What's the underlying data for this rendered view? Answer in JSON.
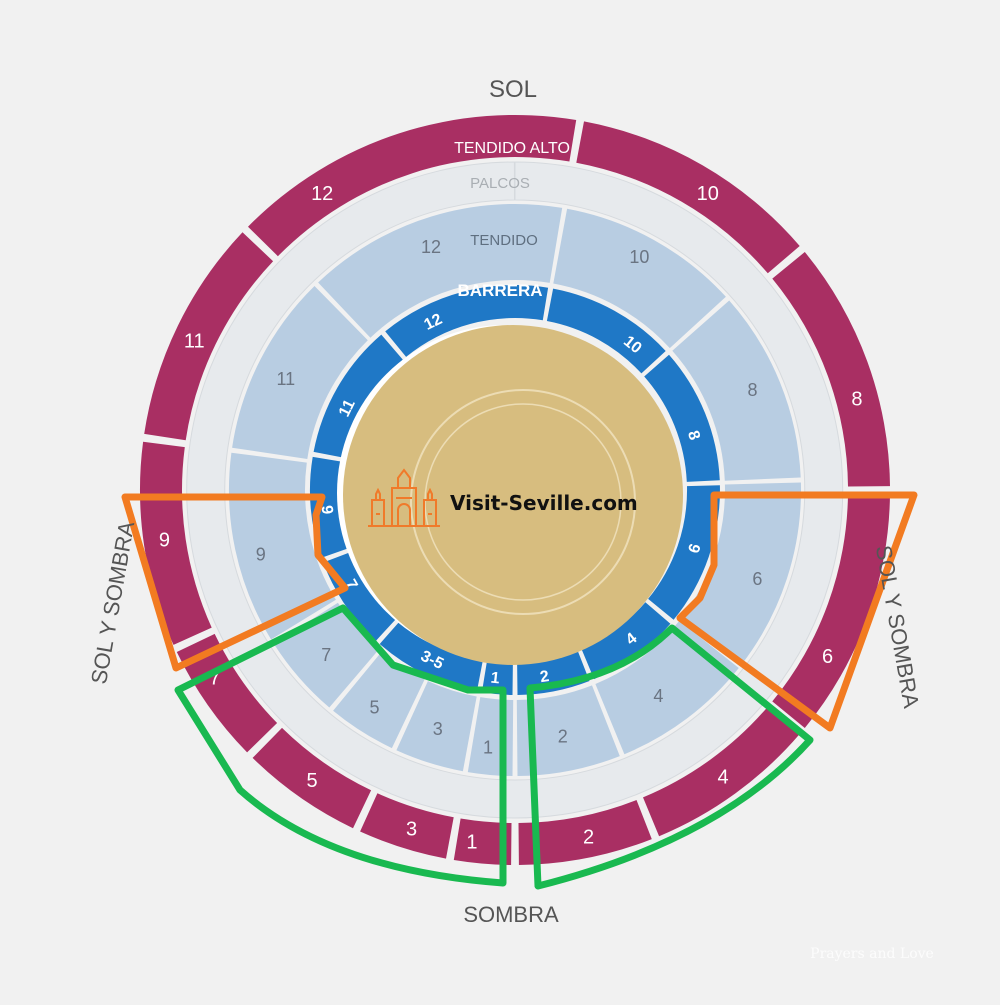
{
  "labels": {
    "top": "SOL",
    "bottom": "SOMBRA",
    "left": "SOL Y SOMBRA",
    "right": "SOL Y SOMBRA"
  },
  "rings": {
    "tendido_alto": "TENDIDO ALTO",
    "palcos": "PALCOS",
    "tendido": "TENDIDO",
    "barrera": "BARRERA"
  },
  "brand": {
    "text": "Visit-Seville.com",
    "color": "#111111",
    "logo_color": "#f07a2a"
  },
  "watermark": "Prayers and Love",
  "colors": {
    "alto": "#a92f63",
    "palcos": "#e7eaed",
    "tendido": "#b8cde2",
    "barrera": "#1f78c6",
    "arena": "#d7bd7f",
    "highlight_orange": "#f27b21",
    "highlight_green": "#19b950"
  },
  "sections": {
    "alto": [
      {
        "id": "12",
        "label": "12"
      },
      {
        "id": "10",
        "label": "10"
      },
      {
        "id": "8",
        "label": "8"
      },
      {
        "id": "6",
        "label": "6"
      },
      {
        "id": "4",
        "label": "4"
      },
      {
        "id": "2",
        "label": "2"
      },
      {
        "id": "1",
        "label": "1"
      },
      {
        "id": "3",
        "label": "3"
      },
      {
        "id": "5",
        "label": "5"
      },
      {
        "id": "7",
        "label": "7"
      },
      {
        "id": "9",
        "label": "9"
      },
      {
        "id": "11",
        "label": "11"
      }
    ],
    "tendido": [
      {
        "id": "12",
        "label": "12"
      },
      {
        "id": "10",
        "label": "10"
      },
      {
        "id": "8",
        "label": "8"
      },
      {
        "id": "6",
        "label": "6"
      },
      {
        "id": "4",
        "label": "4"
      },
      {
        "id": "2",
        "label": "2"
      },
      {
        "id": "1",
        "label": "1"
      },
      {
        "id": "3",
        "label": "3"
      },
      {
        "id": "5",
        "label": "5"
      },
      {
        "id": "7",
        "label": "7"
      },
      {
        "id": "9",
        "label": "9"
      },
      {
        "id": "11",
        "label": "11"
      }
    ],
    "barrera": [
      {
        "id": "12",
        "label": "12"
      },
      {
        "id": "10",
        "label": "10"
      },
      {
        "id": "8",
        "label": "8"
      },
      {
        "id": "6",
        "label": "6"
      },
      {
        "id": "4",
        "label": "4"
      },
      {
        "id": "2",
        "label": "2"
      },
      {
        "id": "1",
        "label": "1"
      },
      {
        "id": "3-5",
        "label": "3-5"
      },
      {
        "id": "7",
        "label": "7"
      },
      {
        "id": "9",
        "label": "9"
      },
      {
        "id": "11",
        "label": "11"
      }
    ]
  },
  "highlights": [
    {
      "id": "sol-y-sombra-left",
      "color": "orange"
    },
    {
      "id": "sol-y-sombra-right",
      "color": "orange"
    },
    {
      "id": "sombra-left",
      "color": "green"
    },
    {
      "id": "sombra-right",
      "color": "green"
    }
  ]
}
